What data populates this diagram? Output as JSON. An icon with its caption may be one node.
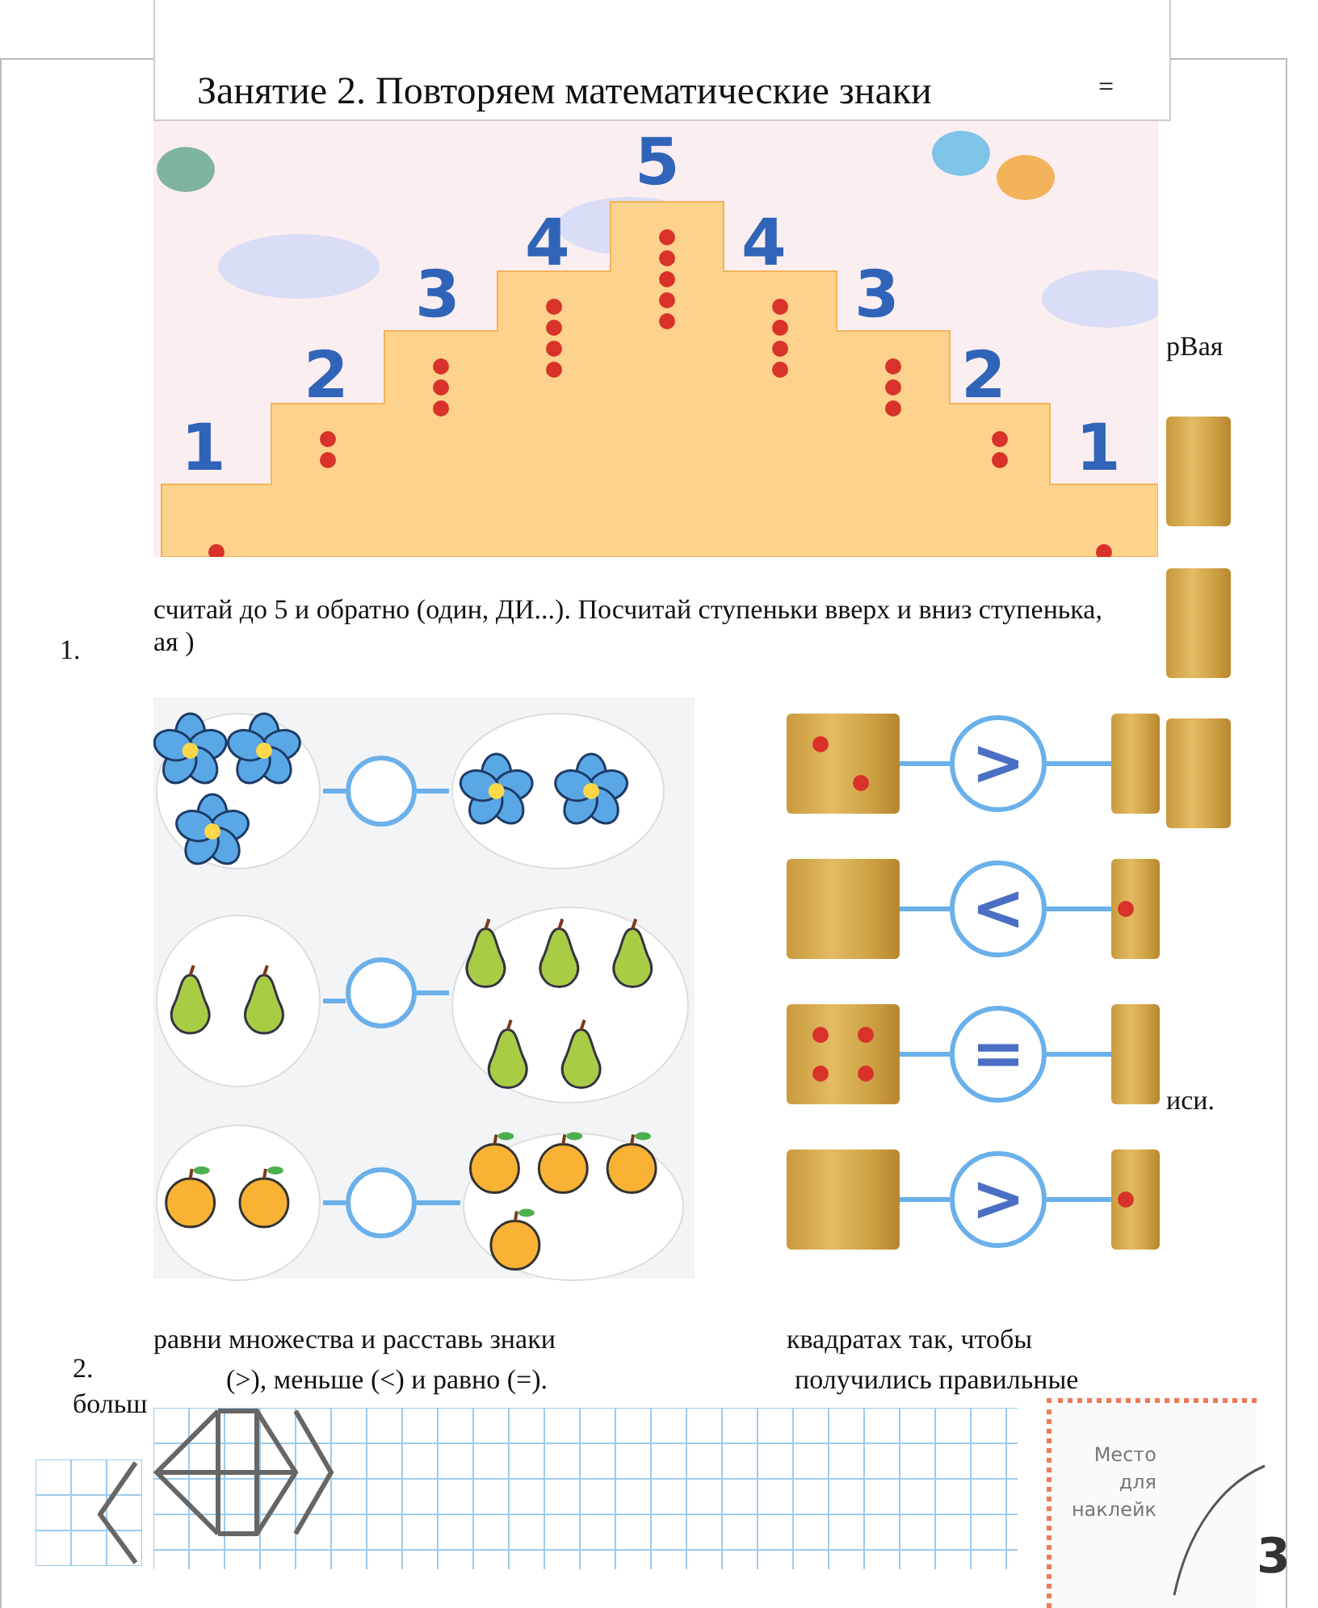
{
  "diagram": {
    "title": "Занятие 2. Повторяем математические знаки",
    "nodes": [
      {
        "text": [],
        "shape": "picture"
      },
      {
        "text": [],
        "shape": "circle"
      },
      {
        "text": [],
        "shape": "picture"
      },
      {
        "text": [],
        "shape": "picture"
      },
      {
        "text": [],
        "shape": "circle"
      },
      {
        "text": [],
        "shape": "picture"
      },
      {
        "text": [],
        "shape": "picture"
      },
      {
        "text": [],
        "shape": "circle"
      },
      {
        "text": [],
        "shape": "picture"
      },
      {
        "text": [],
        "shape": "picture"
      },
      {
        "text": [
          ">"
        ]
      },
      {
        "text": [],
        "shape": "picture"
      },
      {
        "text": [],
        "shape": "picture"
      },
      {
        "text": [
          "<"
        ]
      },
      {
        "text": [],
        "shape": "picture"
      },
      {
        "text": [],
        "shape": "picture"
      },
      {
        "text": [
          "="
        ]
      },
      {
        "text": [],
        "shape": "picture"
      },
      {
        "text": [],
        "shape": "picture"
      },
      {
        "text": [
          ">"
        ]
      },
      {
        "text": [],
        "shape": "picture"
      }
    ],
    "edges": [
      {
        "from": 0,
        "to": 1,
        "arrow": "none"
      },
      {
        "from": 1,
        "to": 2,
        "arrow": "none"
      },
      {
        "from": 3,
        "to": 4,
        "arrow": "none"
      },
      {
        "from": 4,
        "to": 5,
        "arrow": "none"
      },
      {
        "from": 6,
        "to": 7,
        "arrow": "none"
      },
      {
        "from": 7,
        "to": 8,
        "arrow": "none"
      },
      {
        "from": 9,
        "to": 10,
        "arrow": "none"
      },
      {
        "from": 10,
        "to": 11,
        "arrow": "none"
      },
      {
        "from": 12,
        "to": 13,
        "arrow": "none"
      },
      {
        "from": 13,
        "to": 14,
        "arrow": "none"
      },
      {
        "from": 15,
        "to": 16,
        "arrow": "none"
      },
      {
        "from": 16,
        "to": 17,
        "arrow": "none"
      },
      {
        "from": 18,
        "to": 19,
        "arrow": "none"
      },
      {
        "from": 19,
        "to": 20,
        "arrow": "none"
      }
    ],
    "labels": [
      "=",
      "1",
      "2",
      "3",
      "4",
      "5",
      "4",
      "3",
      "2",
      "1",
      "рВая",
      "1.",
      "считай до 5 и обратно (один, ДИ...). Посчитай ступеньки вверх и вниз ступенька,",
      "ая )",
      "иси.",
      "равни множества и расставь знаки",
      "квадратах так, чтобы",
      "2.",
      "(>), меньше (<) и равно (=).",
      "получились правильные",
      "больш",
      "Место для наклейк",
      "3"
    ]
  }
}
